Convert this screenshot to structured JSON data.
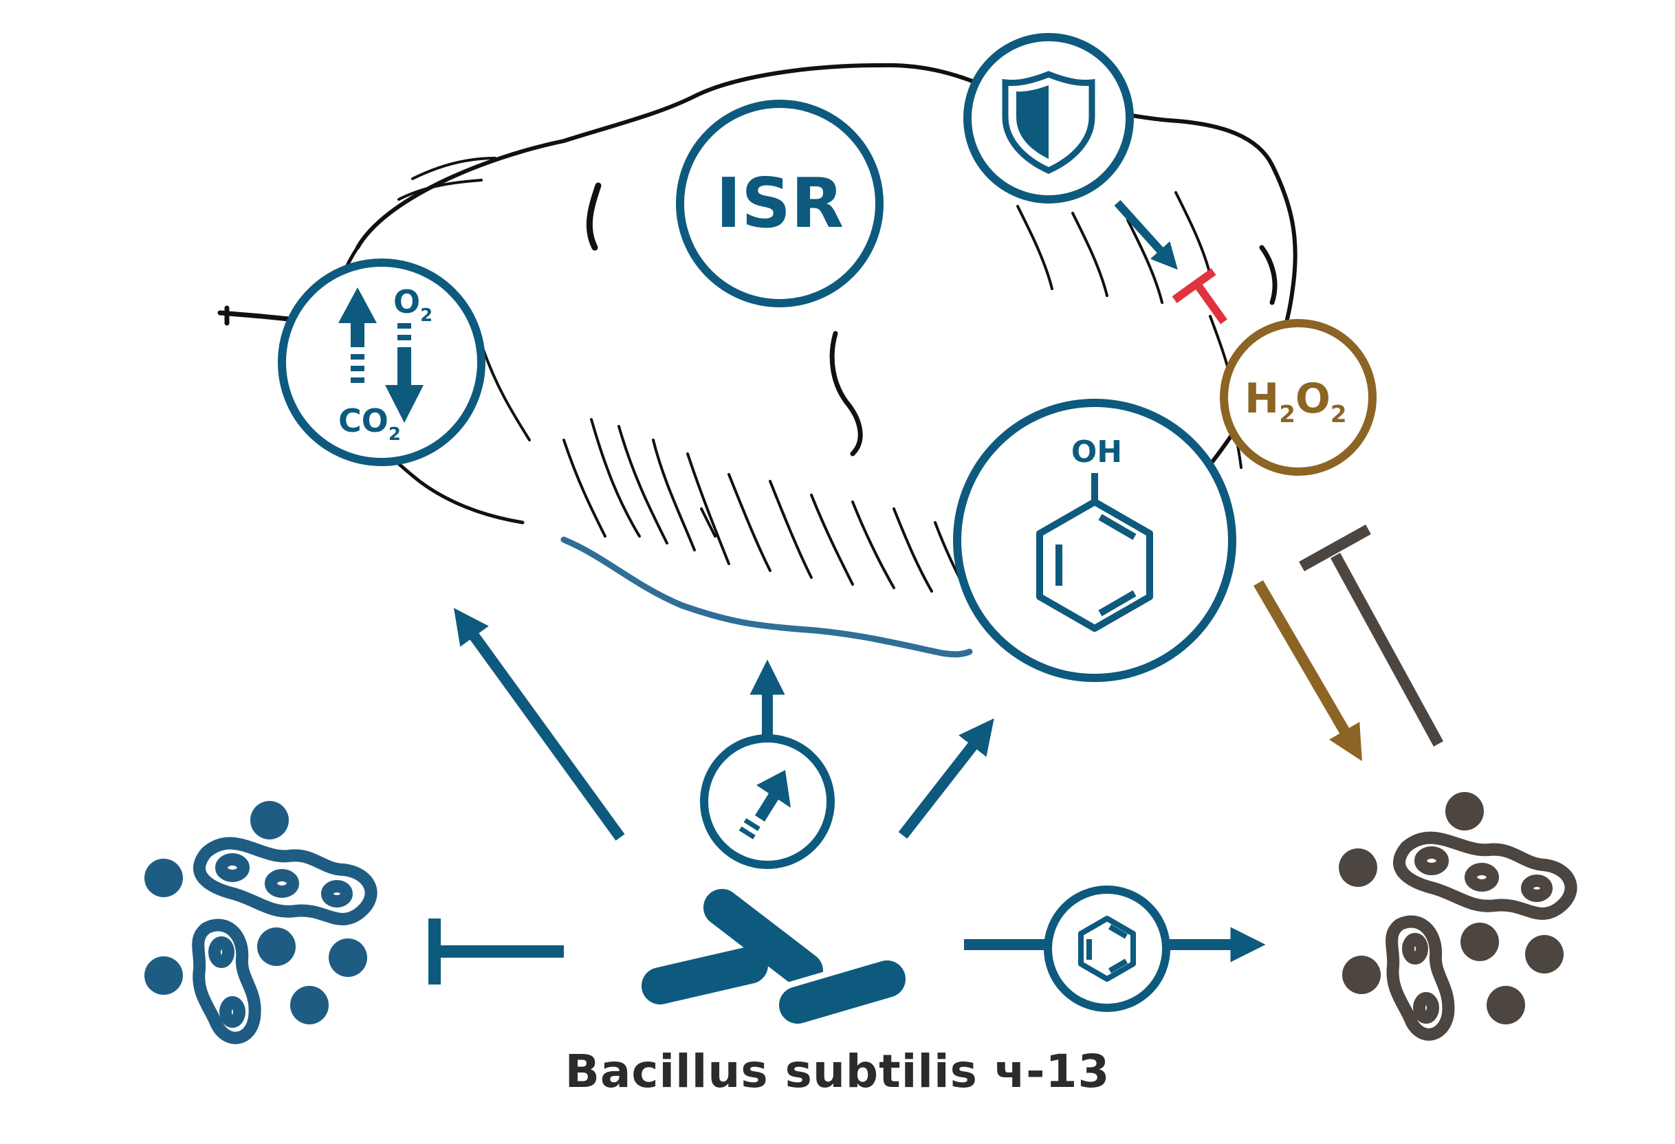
{
  "colors": {
    "primary": "#0d5a7e",
    "pathogen_active": "#1f5c83",
    "pathogen_inactive": "#4c4540",
    "h2o2": "#8c6423",
    "inhibit_red": "#e0323f",
    "sketch": "#111111",
    "skin_line": "#2f6e96"
  },
  "labels": {
    "isr": "ISR",
    "o2": "O",
    "o2_sub": "2",
    "co2": "CO",
    "co2_sub": "2",
    "h": "H",
    "h_sub": "2",
    "o": "O",
    "o_sub": "2",
    "oh": "OH"
  },
  "caption": "Bacillus subtilis ч-13",
  "icons": {
    "gas_exchange": "gas-exchange-icon",
    "shield": "shield-icon",
    "phenol": "phenol-icon",
    "growth": "growth-arrow-icon",
    "benzene": "benzene-icon",
    "bacilli": "bacillus-rods-icon"
  }
}
